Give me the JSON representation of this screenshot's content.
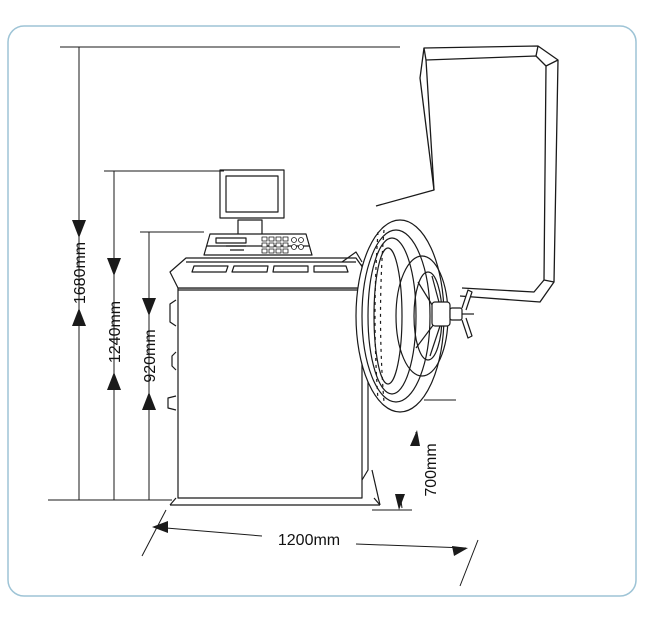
{
  "diagram": {
    "dimensions": {
      "overall_height": "1680mm",
      "cover_height": "1240mm",
      "body_height": "920mm",
      "depth": "700mm",
      "width": "1200mm"
    },
    "colors": {
      "frame": "#9ec4d6",
      "line": "#1a1a1a",
      "fill": "#ffffff"
    }
  }
}
